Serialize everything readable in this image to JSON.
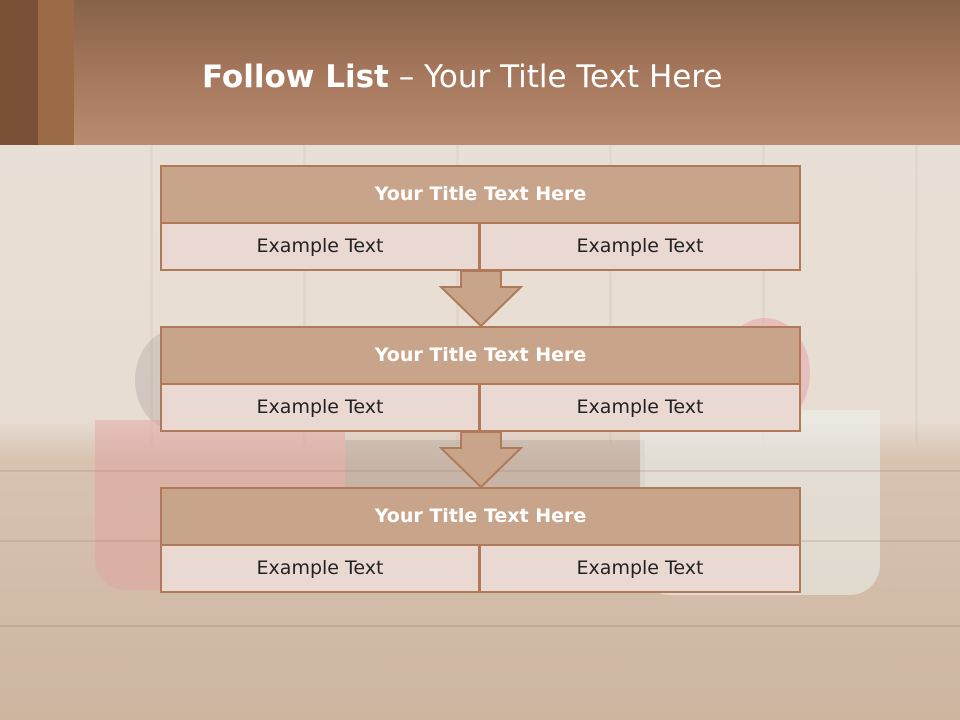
{
  "header": {
    "title_bold": "Follow List",
    "title_rest": "– Your Title Text Here"
  },
  "steps": [
    {
      "title": "Your Title Text Here",
      "left": "Example Text",
      "right": "Example Text"
    },
    {
      "title": "Your Title Text Here",
      "left": "Example Text",
      "right": "Example Text"
    },
    {
      "title": "Your Title Text Here",
      "left": "Example Text",
      "right": "Example Text"
    }
  ],
  "colors": {
    "header_band": "#a4765b",
    "title_bar_fill": "#c8a48b",
    "cell_fill": "#e9d9d2",
    "border": "#b07a59",
    "arrow_fill": "#c8a48b"
  },
  "icons": [
    "down-arrow-icon"
  ]
}
